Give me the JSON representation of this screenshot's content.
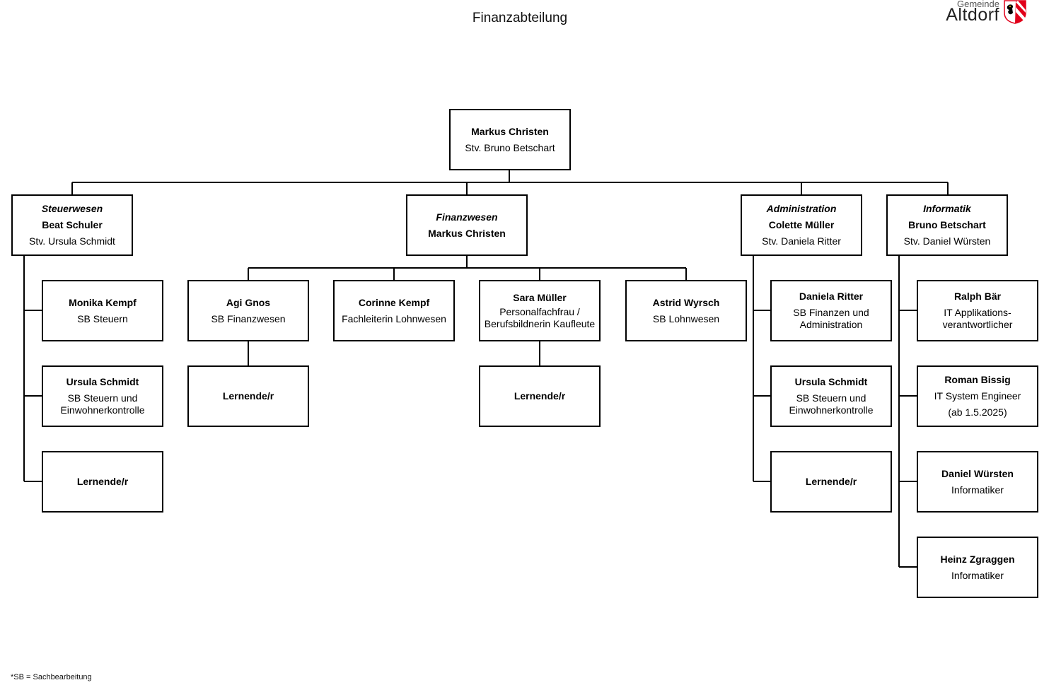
{
  "title": "Finanzabteilung",
  "logo": {
    "gemeinde": "Gemeinde",
    "name": "Altdorf",
    "colors": {
      "black": "#000000",
      "red": "#e1001a",
      "yellow": "#f4c400"
    }
  },
  "footnote": "*SB = Sachbearbeitung",
  "org": {
    "head": {
      "name": "Markus Christen",
      "role": "Stv. Bruno Betschart"
    },
    "steuer": {
      "unit": "Steuerwesen",
      "name": "Beat Schuler",
      "role": "Stv. Ursula Schmidt"
    },
    "finanz": {
      "unit": "Finanzwesen",
      "name": "Markus Christen"
    },
    "admin": {
      "unit": "Administration",
      "name": "Colette Müller",
      "role": "Stv. Daniela Ritter"
    },
    "info": {
      "unit": "Informatik",
      "name": "Bruno Betschart",
      "role": "Stv. Daniel Würsten"
    },
    "s1": {
      "name": "Monika Kempf",
      "role": "SB Steuern"
    },
    "s2": {
      "name": "Ursula Schmidt",
      "role": "SB Steuern und Einwohnerkontrolle"
    },
    "s3": {
      "name": "Lernende/r"
    },
    "f1": {
      "name": "Agi Gnos",
      "role": "SB Finanzwesen"
    },
    "f2": {
      "name": "Corinne Kempf",
      "role": "Fachleiterin Lohnwesen"
    },
    "f3": {
      "name": "Sara Müller",
      "role": "Personalfachfrau / Berufsbildnerin Kaufleute"
    },
    "f4": {
      "name": "Astrid Wyrsch",
      "role": "SB Lohnwesen"
    },
    "f1a": {
      "name": "Lernende/r"
    },
    "f3a": {
      "name": "Lernende/r"
    },
    "a1": {
      "name": "Daniela Ritter",
      "role": "SB Finanzen und Administration"
    },
    "a2": {
      "name": "Ursula Schmidt",
      "role": "SB Steuern und Einwohnerkontrolle"
    },
    "a3": {
      "name": "Lernende/r"
    },
    "i1": {
      "name": "Ralph Bär",
      "role": "IT Applikations-verantwortlicher"
    },
    "i2": {
      "name": "Roman Bissig",
      "role": "IT System Engineer",
      "note": "(ab 1.5.2025)"
    },
    "i3": {
      "name": "Daniel Würsten",
      "role": "Informatiker"
    },
    "i4": {
      "name": "Heinz Zgraggen",
      "role": "Informatiker"
    }
  }
}
